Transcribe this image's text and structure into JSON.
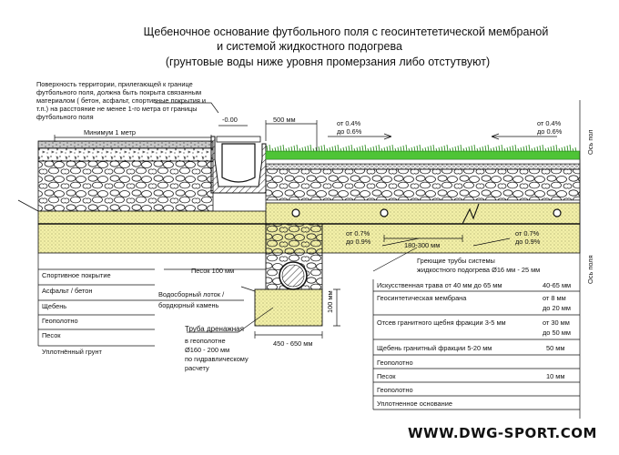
{
  "title": {
    "line1": "Щебеночное основание футбольного поля с геосинтететической мембраной",
    "line2": "и системой жидкостного подогрева",
    "line3": "(грунтовые воды ниже уровня промерзания либо отстутвуют)"
  },
  "note": "Поверхность территории, прилегающей к границе футбольного поля, должна быть покрыта связанным материалом  ( бетон, асфальт, спортивные покрытия и т.п.)    на расстояние не менее 1-го метра от границы футбольного поля",
  "dims": {
    "level": "-0.00",
    "width500": "500 мм",
    "min1m": "Минимум 1 метр",
    "spacing": "180-300 мм",
    "trench": "450 - 650 мм",
    "depth100": "100 мм"
  },
  "slopes": {
    "a": [
      "от 0.4%",
      "до 0.6%"
    ],
    "b": [
      "от 0.4%",
      "до 0.6%"
    ],
    "c": [
      "от 0.7%",
      "до 0.9%"
    ],
    "d": [
      "от 0.7%",
      "до 0.9%"
    ]
  },
  "axis_label": "Ось пол",
  "axis_label2": "Ось поля",
  "left_layers": [
    "Спортивное покрытие",
    "Асфальт / бетон",
    "Щебень",
    "Геополотно",
    "Песок",
    "Уплотнённый грунт"
  ],
  "callouts": {
    "sand100": "Песок 100 мм",
    "tray": [
      "Водосборный лоток /",
      "бордюрный камень"
    ],
    "drain": [
      "Труба дренажная",
      "в геополотне",
      "Ø160 - 200 мм",
      "по гидравлическому",
      "расчету"
    ],
    "heating": [
      "Греющие трубы системы",
      "жидкостного подогрева Ø16 мм - 25 мм"
    ]
  },
  "right_layers": [
    {
      "name": "Искусственная трава от 40 мм до 65 мм",
      "value": [
        "40-65 мм"
      ]
    },
    {
      "name": "Геосинтетическая мембрана",
      "value": [
        "от 8 мм",
        "до 20 мм"
      ]
    },
    {
      "name": "Отсев гранитного щебня фракции 3-5 мм",
      "value": [
        "от 30 мм",
        "до 50 мм"
      ]
    },
    {
      "name": "Щебень гранитный фракции 5-20 мм",
      "value": [
        "50 мм"
      ]
    },
    {
      "name": "Геополотно",
      "value": [
        ""
      ]
    },
    {
      "name": "Песок",
      "value": [
        "10 мм"
      ]
    },
    {
      "name": "Геополотно",
      "value": [
        ""
      ]
    },
    {
      "name": "Уплотненное основание",
      "value": [
        ""
      ]
    }
  ],
  "watermark": "WWW.DWG-SPORT.COM",
  "colors": {
    "sand": "#f3f0a8",
    "grass": "#4ec436",
    "grass_dark": "#2f8f22",
    "line": "#111111"
  }
}
